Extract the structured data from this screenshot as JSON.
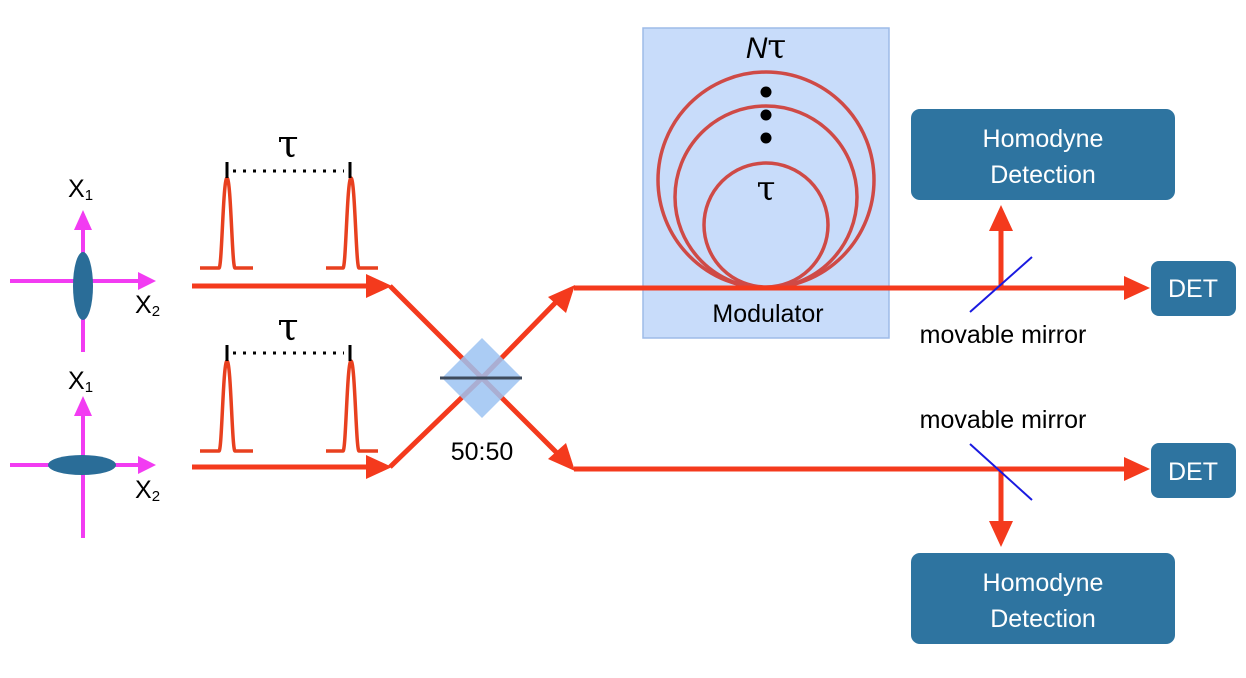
{
  "colors": {
    "beam": "#f43a1d",
    "pulse": "#e8401f",
    "axis": "#f23cf2",
    "state": "#2a6d98",
    "box": "#2e74a0",
    "box_text": "#ffffff",
    "modulator_fill": "#c8dcfa",
    "modulator_stroke": "#9dbbe8",
    "loop": "#cf4a46",
    "splitter": "#9cc3f2",
    "mirror": "#1a1ae0"
  },
  "left": {
    "top_state": {
      "axis_vertical": "X",
      "axis_vertical_sub": "1",
      "axis_horizontal": "X",
      "axis_horizontal_sub": "2"
    },
    "bottom_state": {
      "axis_vertical": "X",
      "axis_vertical_sub": "1",
      "axis_horizontal": "X",
      "axis_horizontal_sub": "2"
    }
  },
  "pulses": {
    "top_delay": "τ",
    "bottom_delay": "τ"
  },
  "beamsplitter": {
    "ratio": "50:50"
  },
  "modulator": {
    "label": "Modulator",
    "outer_delay_symbol": "N",
    "outer_delay_tau": "τ",
    "inner_delay": "τ"
  },
  "top_branch": {
    "mirror_label": "movable mirror",
    "homodyne_line1": "Homodyne",
    "homodyne_line2": "Detection",
    "det_label": "DET"
  },
  "bottom_branch": {
    "mirror_label": "movable mirror",
    "homodyne_line1": "Homodyne",
    "homodyne_line2": "Detection",
    "det_label": "DET"
  }
}
